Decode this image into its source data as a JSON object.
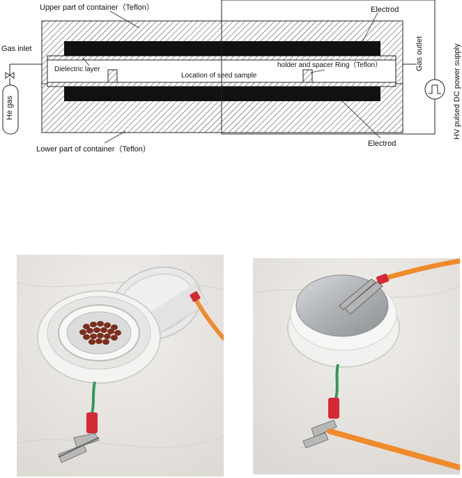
{
  "labels": {
    "upper_container": "Upper part of container（Teflon）",
    "electrod_top": "Electrod",
    "gas_inlet": "Gas inlet",
    "gas_outlet": "Gas outlet",
    "dielectric_layer": "Dielectric layer",
    "holder_ring": "holder and spacer Ring（Teflon）",
    "seed_location": "Location of seed sample",
    "he_gas": "He gas",
    "lower_container": "Lower part of container（Teflon）",
    "electrod_bottom": "Electrod",
    "power_supply": "HV pulsed DC power supply"
  },
  "colors": {
    "electrode": "#111111",
    "cable_orange": "#f08a2a",
    "cable_green": "#2e9a5a",
    "clip_red": "#d42a35",
    "seed": "#7a2e1c",
    "background_photo": "#ebe9e6"
  }
}
